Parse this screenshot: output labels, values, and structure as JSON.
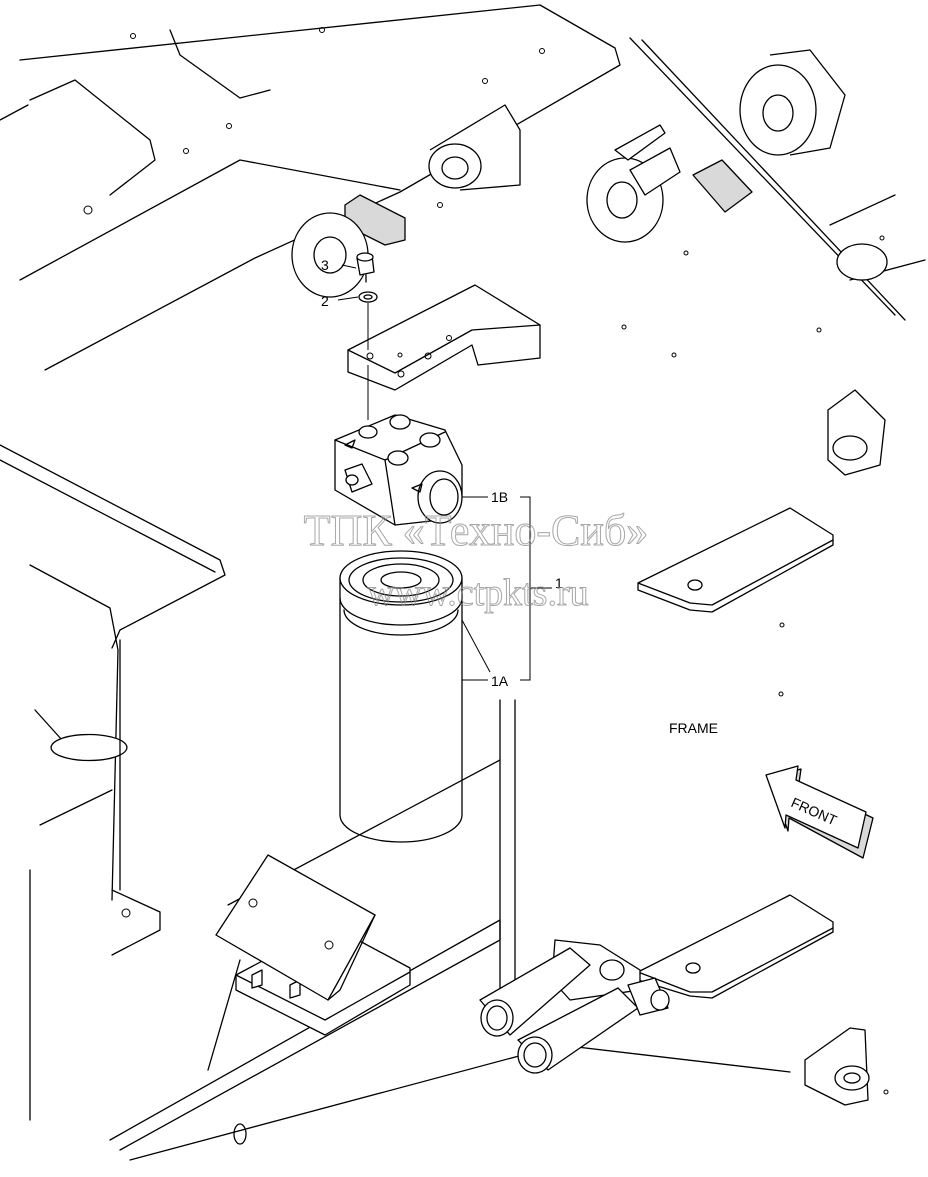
{
  "callouts": {
    "item_1": "1",
    "item_1a": "1A",
    "item_1b": "1B",
    "item_2": "2",
    "item_3": "3"
  },
  "labels": {
    "frame": "FRAME",
    "front": "FRONT"
  },
  "watermark": {
    "line1": "ТПК «Техно-Сиб»",
    "line2": "www.ctpkts.ru"
  }
}
